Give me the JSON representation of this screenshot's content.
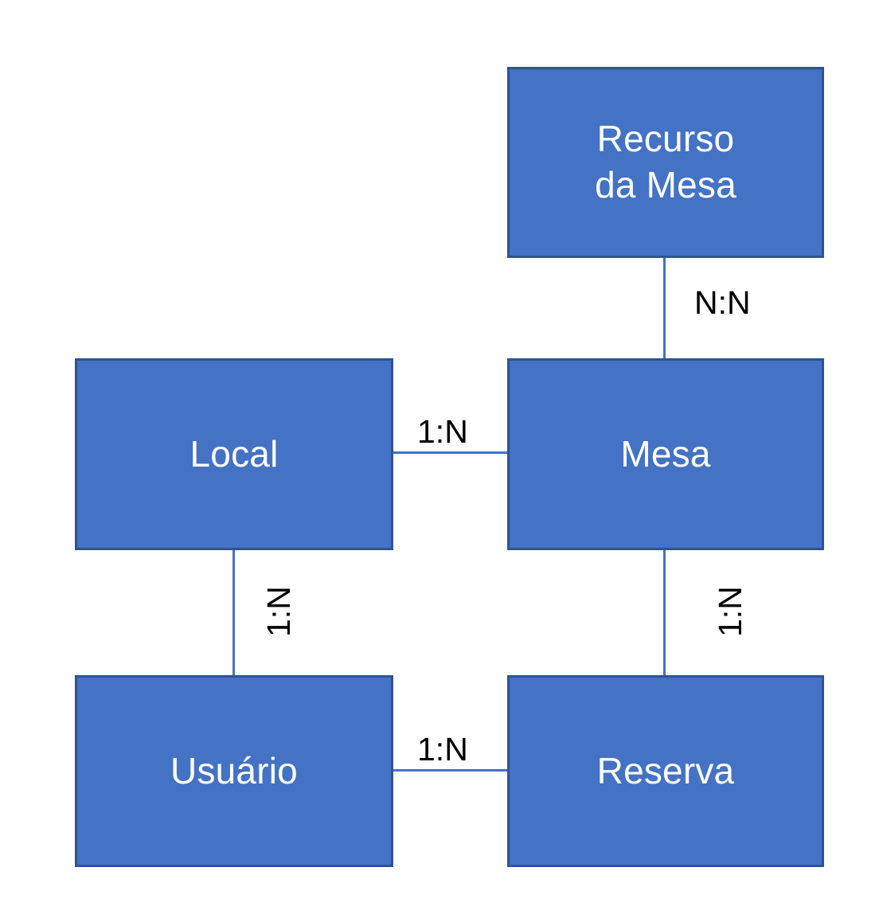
{
  "diagram": {
    "type": "entity-relationship-diagram",
    "background_color": "#FFFFFF",
    "entity_fill_color": "#4472C4",
    "entity_border_color": "#2E5395",
    "entity_text_color": "#FFFFFF",
    "connector_color": "#4472C4",
    "cardinality_text_color": "#000000",
    "entities": [
      {
        "id": "recurso-da-mesa",
        "label": "Recurso\nda Mesa"
      },
      {
        "id": "local",
        "label": "Local"
      },
      {
        "id": "mesa",
        "label": "Mesa"
      },
      {
        "id": "usuario",
        "label": "Usuário"
      },
      {
        "id": "reserva",
        "label": "Reserva"
      }
    ],
    "relationships": [
      {
        "id": "recurso-mesa",
        "from": "recurso-da-mesa",
        "to": "mesa",
        "cardinality": "N:N",
        "orientation": "vertical"
      },
      {
        "id": "local-mesa",
        "from": "local",
        "to": "mesa",
        "cardinality": "1:N",
        "orientation": "horizontal"
      },
      {
        "id": "local-usuario",
        "from": "local",
        "to": "usuario",
        "cardinality": "1:N",
        "orientation": "vertical"
      },
      {
        "id": "mesa-reserva",
        "from": "mesa",
        "to": "reserva",
        "cardinality": "1:N",
        "orientation": "vertical"
      },
      {
        "id": "usuario-reserva",
        "from": "usuario",
        "to": "reserva",
        "cardinality": "1:N",
        "orientation": "horizontal"
      }
    ]
  }
}
